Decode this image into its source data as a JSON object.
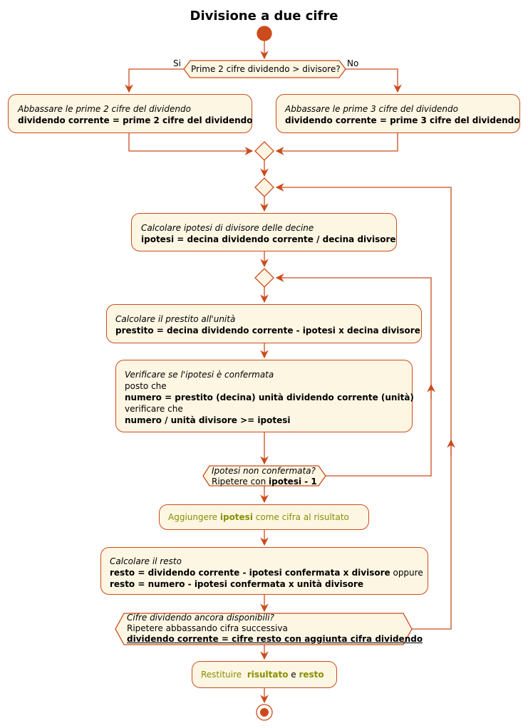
{
  "title": "Divisione a due cifre",
  "colors": {
    "accent": "#cc4b1c",
    "fill": "#fdf6e3",
    "highlight": "#8a8f00"
  },
  "decision1": {
    "question": "Prime 2 cifre dividendo > divisore?",
    "yes": "Si",
    "no": "No"
  },
  "left_box": {
    "line1": "Abbassare le prime 2 cifre del dividendo",
    "line2": "dividendo corrente = prime 2 cifre del dividendo"
  },
  "right_box": {
    "line1": "Abbassare le prime 3 cifre del dividendo",
    "line2": "dividendo corrente = prime 3 cifre del dividendo"
  },
  "hypothesis_box": {
    "line1": "Calcolare ipotesi di divisore delle decine",
    "line2": "ipotesi = decina dividendo corrente / decina divisore"
  },
  "loan_box": {
    "line1": "Calcolare il prestito all'unità",
    "line2": "prestito = decina dividendo corrente - ipotesi x decina divisore"
  },
  "verify_box": {
    "line1": "Verificare se l'ipotesi è confermata",
    "line2": "posto che",
    "line3": "numero = prestito (decina) unità dividendo corrente (unità)",
    "line4": "verificare che",
    "line5": "numero / unità divisore >= ipotesi"
  },
  "decision2": {
    "question": "Ipotesi non confermata?",
    "repeat_prefix": "Ripetere con ",
    "repeat_bold": "ipotesi - 1"
  },
  "add_box": {
    "prefix": "Aggiungere ",
    "bold": "ipotesi",
    "suffix": " come cifra al risultato"
  },
  "rest_box": {
    "line1": "Calcolare il resto",
    "line2_bold": "resto = dividendo corrente - ipotesi confermata x divisore",
    "line2_suffix": " oppure",
    "line3": "resto = numero - ipotesi confermata x unità divisore"
  },
  "decision3": {
    "question": "Cifre dividendo ancora disponibili?",
    "line2": "Ripetere abbassando cifra successiva",
    "line3": "dividendo corrente = cifre resto con aggiunta cifra dividendo"
  },
  "return_box": {
    "prefix": "Restituire  ",
    "bold1": "risultato",
    "mid": " e ",
    "bold2": "resto"
  }
}
